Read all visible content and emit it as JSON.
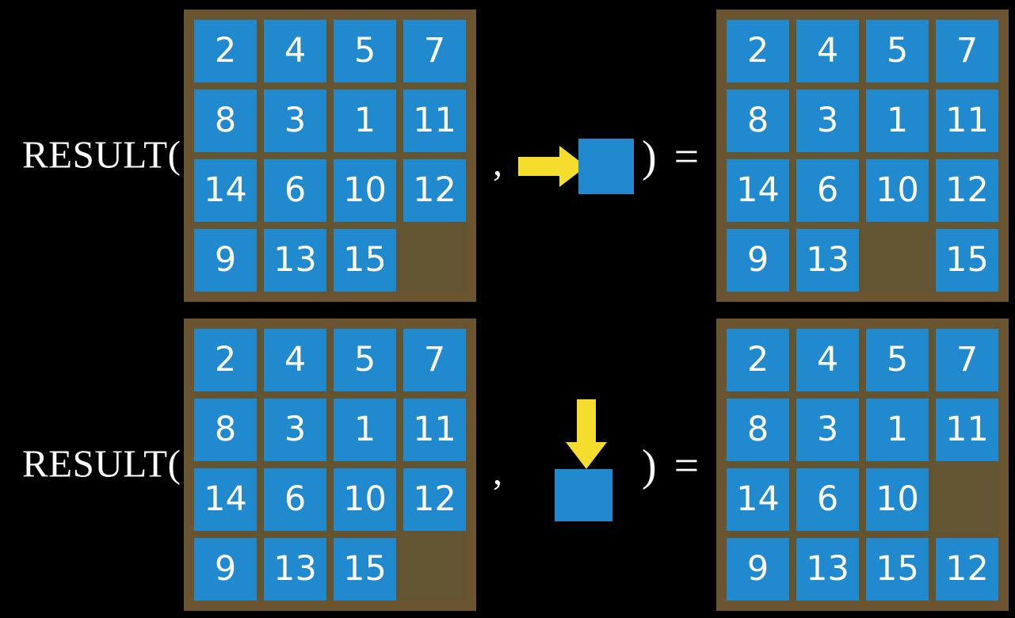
{
  "background_color": "#000000",
  "palette": {
    "tile_blue": "#2189ce",
    "board_brown": "#6b5430",
    "board_empty_brown": "#635432",
    "arrow_yellow": "#f5dd2e",
    "text_white": "#ffffff"
  },
  "equations": [
    {
      "id": "equation-row-1",
      "label": "RESULT(",
      "label_initial": "R",
      "label_rest": "esult(",
      "comma": ",",
      "closing": ") =",
      "move": {
        "icon": "arrow-right-icon",
        "direction": "right",
        "description": "blank tile moves right"
      },
      "input_board": {
        "name": "input-board",
        "rows": [
          [
            "2",
            "4",
            "5",
            "7"
          ],
          [
            "8",
            "3",
            "1",
            "11"
          ],
          [
            "14",
            "6",
            "10",
            "12"
          ],
          [
            "9",
            "13",
            "15",
            ""
          ]
        ]
      },
      "output_board": {
        "name": "output-board",
        "rows": [
          [
            "2",
            "4",
            "5",
            "7"
          ],
          [
            "8",
            "3",
            "1",
            "11"
          ],
          [
            "14",
            "6",
            "10",
            "12"
          ],
          [
            "9",
            "13",
            "",
            "15"
          ]
        ]
      }
    },
    {
      "id": "equation-row-2",
      "label": "RESULT(",
      "label_initial": "R",
      "label_rest": "esult(",
      "comma": ",",
      "closing": ") =",
      "move": {
        "icon": "arrow-down-icon",
        "direction": "down",
        "description": "blank tile moves down"
      },
      "input_board": {
        "name": "input-board",
        "rows": [
          [
            "2",
            "4",
            "5",
            "7"
          ],
          [
            "8",
            "3",
            "1",
            "11"
          ],
          [
            "14",
            "6",
            "10",
            "12"
          ],
          [
            "9",
            "13",
            "15",
            ""
          ]
        ]
      },
      "output_board": {
        "name": "output-board",
        "rows": [
          [
            "2",
            "4",
            "5",
            "7"
          ],
          [
            "8",
            "3",
            "1",
            "11"
          ],
          [
            "14",
            "6",
            "10",
            ""
          ],
          [
            "9",
            "13",
            "15",
            "12"
          ]
        ]
      }
    }
  ]
}
